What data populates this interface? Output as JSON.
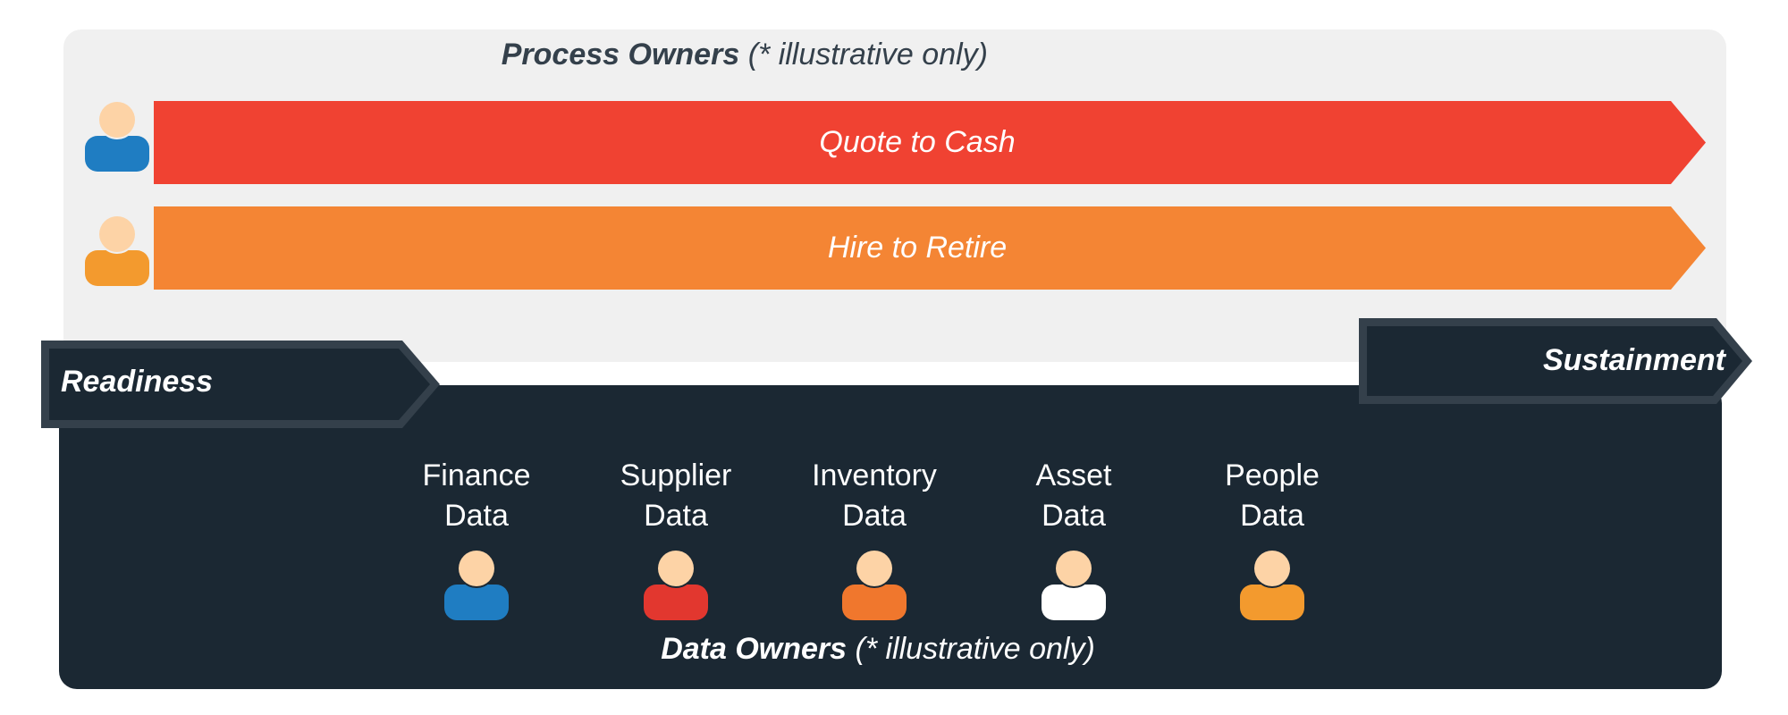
{
  "process_owners": {
    "title_bold": "Process Owners",
    "title_note": "(* illustrative only)",
    "processes": [
      {
        "label": "Quote to Cash",
        "color": "#f04232",
        "owner_color": "#1f7dc2"
      },
      {
        "label": "Hire to Retire",
        "color": "#f48534",
        "owner_color": "#f39a2e"
      }
    ]
  },
  "phases": {
    "readiness": "Readiness",
    "sustainment": "Sustainment"
  },
  "data_owners": {
    "title_bold": "Data Owners",
    "title_note": "(* illustrative only)",
    "owners": [
      {
        "line1": "Finance",
        "line2": "Data",
        "color": "#1f7dc2"
      },
      {
        "line1": "Supplier",
        "line2": "Data",
        "color": "#e2372f"
      },
      {
        "line1": "Inventory",
        "line2": "Data",
        "color": "#f0772d"
      },
      {
        "line1": "Asset",
        "line2": "Data",
        "color": "#ffffff"
      },
      {
        "line1": "People",
        "line2": "Data",
        "color": "#f39a2e"
      }
    ]
  },
  "colors": {
    "panel_light": "#f0f0f0",
    "panel_dark": "#1b2833",
    "phase_border": "#34404b",
    "skin": "#fdd3a6"
  }
}
